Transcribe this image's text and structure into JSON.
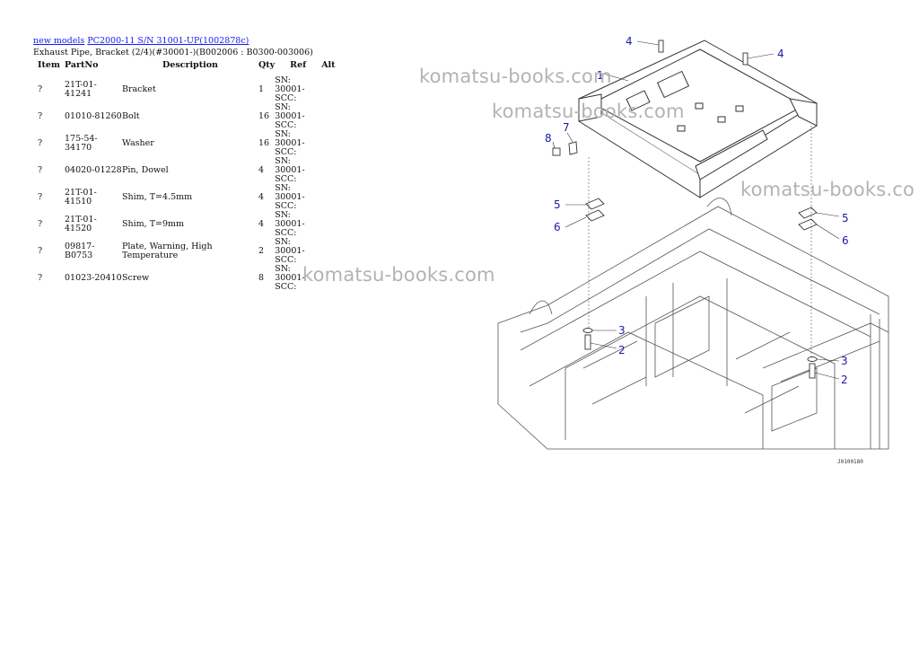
{
  "breadcrumb": {
    "link1": "new models",
    "link2": "PC2000-11 S/N 31001-UP(1002878c)"
  },
  "subtitle": "Exhaust Pipe, Bracket (2/4)(#30001-)(B002006 : B0300-003006)",
  "table": {
    "headers": [
      "Item",
      "PartNo",
      "Description",
      "Qty",
      "Ref",
      "Alt"
    ],
    "rows": [
      {
        "item": "?",
        "part": "21T-01-41241",
        "desc": "Bracket",
        "qty": "1",
        "ref1": "SN: 30001-",
        "ref2": "SCC:"
      },
      {
        "item": "?",
        "part": "01010-81260",
        "desc": "Bolt",
        "qty": "16",
        "ref1": "SN: 30001-",
        "ref2": "SCC:"
      },
      {
        "item": "?",
        "part": "175-54-34170",
        "desc": "Washer",
        "qty": "16",
        "ref1": "SN: 30001-",
        "ref2": "SCC:"
      },
      {
        "item": "?",
        "part": "04020-01228",
        "desc": "Pin, Dowel",
        "qty": "4",
        "ref1": "SN: 30001-",
        "ref2": "SCC:"
      },
      {
        "item": "?",
        "part": "21T-01-41510",
        "desc": "Shim, T=4.5mm",
        "qty": "4",
        "ref1": "SN: 30001-",
        "ref2": "SCC:"
      },
      {
        "item": "?",
        "part": "21T-01-41520",
        "desc": "Shim, T=9mm",
        "qty": "4",
        "ref1": "SN: 30001-",
        "ref2": "SCC:"
      },
      {
        "item": "?",
        "part": "09817-B0753",
        "desc": "Plate, Warning, High Temperature",
        "qty": "2",
        "ref1": "SN: 30001-",
        "ref2": "SCC:"
      },
      {
        "item": "?",
        "part": "01023-20410",
        "desc": "Screw",
        "qty": "8",
        "ref1": "SN: 30001-",
        "ref2": "SCC:"
      }
    ]
  },
  "watermark": {
    "text1": "komatsu-books.com",
    "text2": "komatsu-books.com",
    "text3": "komatsu-books.co",
    "text4": "komatsu-books.com"
  },
  "diagram": {
    "callouts": [
      "4",
      "4",
      "1",
      "7",
      "8",
      "5",
      "6",
      "5",
      "6",
      "3",
      "2",
      "3",
      "2"
    ],
    "drawing_number": "J0100180"
  },
  "colors": {
    "link": "#1a1aee",
    "callout": "#1a1aa8",
    "watermark": "#b3b3b3"
  }
}
